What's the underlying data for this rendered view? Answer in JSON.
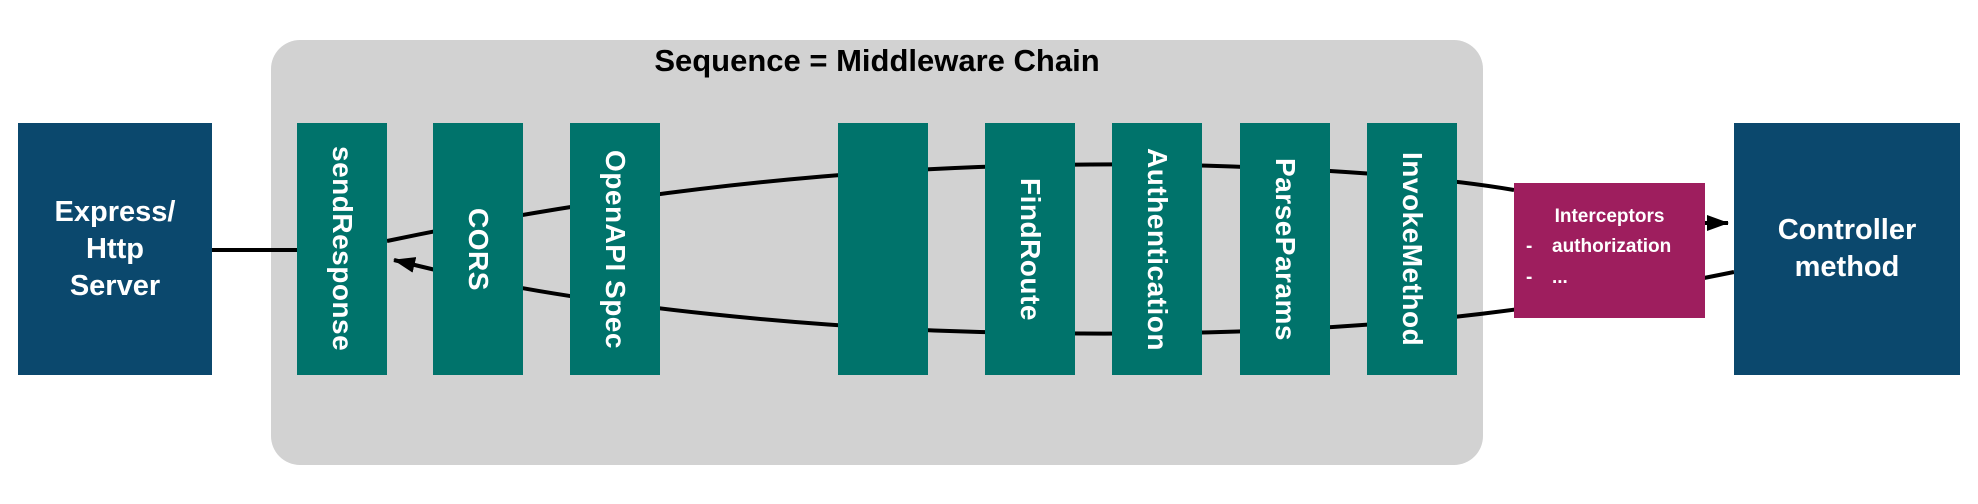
{
  "colors": {
    "blue": "#0b486d",
    "teal": "#00736b",
    "magenta": "#9e1e5e",
    "gray": "#d2d2d2",
    "line": "#000000"
  },
  "endpoints": {
    "server": {
      "line1": "Express/",
      "line2": "Http",
      "line3": "Server"
    },
    "controller": {
      "line1": "Controller",
      "line2": "method"
    }
  },
  "chain": {
    "title": "Sequence = Middleware Chain",
    "middleware": [
      {
        "label": "sendResponse"
      },
      {
        "label": "CORS"
      },
      {
        "label": "OpenAPI Spec"
      },
      {
        "label": ""
      },
      {
        "label": "FindRoute"
      },
      {
        "label": "Authentication"
      },
      {
        "label": "ParseParams"
      },
      {
        "label": "InvokeMethod"
      }
    ]
  },
  "interceptors": {
    "title": "Interceptors",
    "bullet_prefix": "-",
    "bullets": [
      "authorization",
      "..."
    ]
  }
}
